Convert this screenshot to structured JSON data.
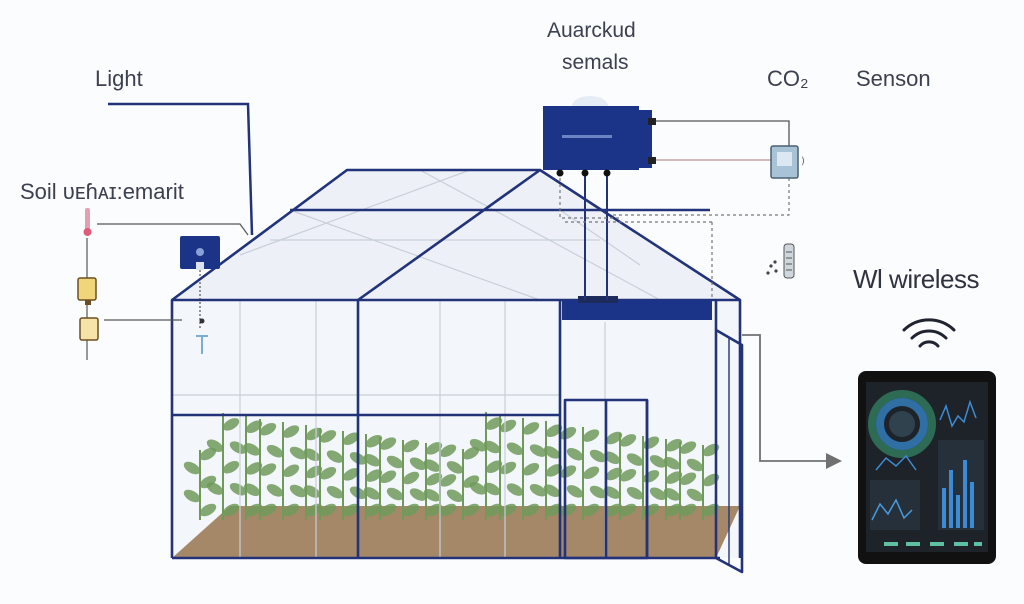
{
  "labels": {
    "light": "Light",
    "soil": "Soil ᴜᴇɦᴀɪ:emarit",
    "advanced_line1": "Auarckud",
    "advanced_line2": "semals",
    "co2": "CO₂",
    "sensor": "Senson",
    "wireless": "Wl wireless"
  },
  "colors": {
    "frame": "#22337a",
    "glass": "#eef2f8",
    "soil": "#a58868",
    "plant": "#6f9a5a",
    "controller": "#1c3487",
    "tablet": "#111111",
    "wire_red": "#c9a4a4",
    "arrow": "#707070"
  },
  "icons": [
    "wifi-icon",
    "thermometer-icon",
    "light-bulb-icon",
    "co2-sensor-icon",
    "tablet-dashboard-icon"
  ]
}
